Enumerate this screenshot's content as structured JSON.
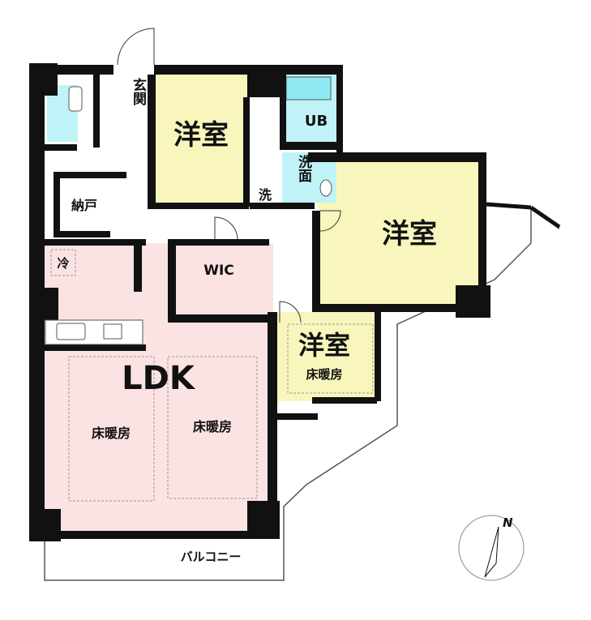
{
  "colors": {
    "wall": "#111111",
    "western_room": "#f8f6bc",
    "ldk": "#fbe3e3",
    "wet_area": "#bff3f8",
    "bathtub": "#8ee9f2"
  },
  "rooms": {
    "entrance": "玄関",
    "western_room_1": "洋室",
    "western_room_2": "洋室",
    "western_room_3": "洋室",
    "unit_bath": "UB",
    "washroom": "洗面",
    "laundry": "洗",
    "storage": "納戸",
    "fridge": "冷",
    "wic": "WIC",
    "ldk": "LDK",
    "balcony": "バルコニー"
  },
  "floor_heating": [
    "床暖房",
    "床暖房",
    "床暖房"
  ],
  "compass": {
    "label": "N"
  }
}
